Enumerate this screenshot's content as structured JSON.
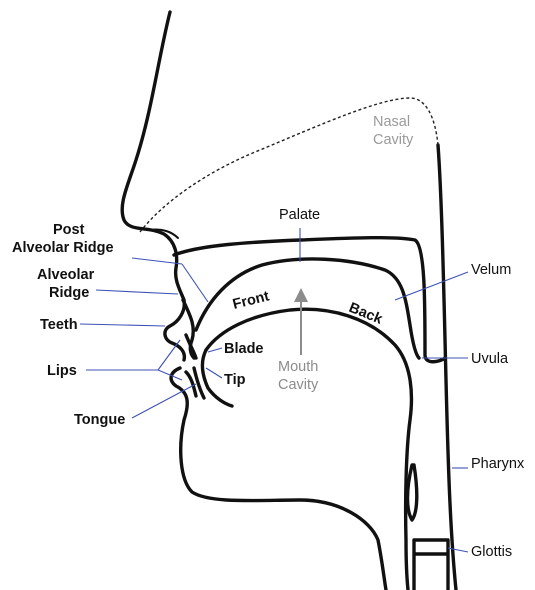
{
  "labels": {
    "nasal_cavity_1": "Nasal",
    "nasal_cavity_2": "Cavity",
    "palate": "Palate",
    "post_1": "Post",
    "post_2": "Alveolar Ridge",
    "alveolar_1": "Alveolar",
    "alveolar_2": "Ridge",
    "velum": "Velum",
    "front": "Front",
    "back": "Back",
    "teeth": "Teeth",
    "blade": "Blade",
    "lips": "Lips",
    "mouth_cavity_1": "Mouth",
    "mouth_cavity_2": "Cavity",
    "uvula": "Uvula",
    "tip": "Tip",
    "tongue": "Tongue",
    "pharynx": "Pharynx",
    "glottis": "Glottis"
  },
  "colors": {
    "leader_lines": "#3d52b5",
    "outline": "#111111",
    "grey_text": "#9a9a9a"
  }
}
